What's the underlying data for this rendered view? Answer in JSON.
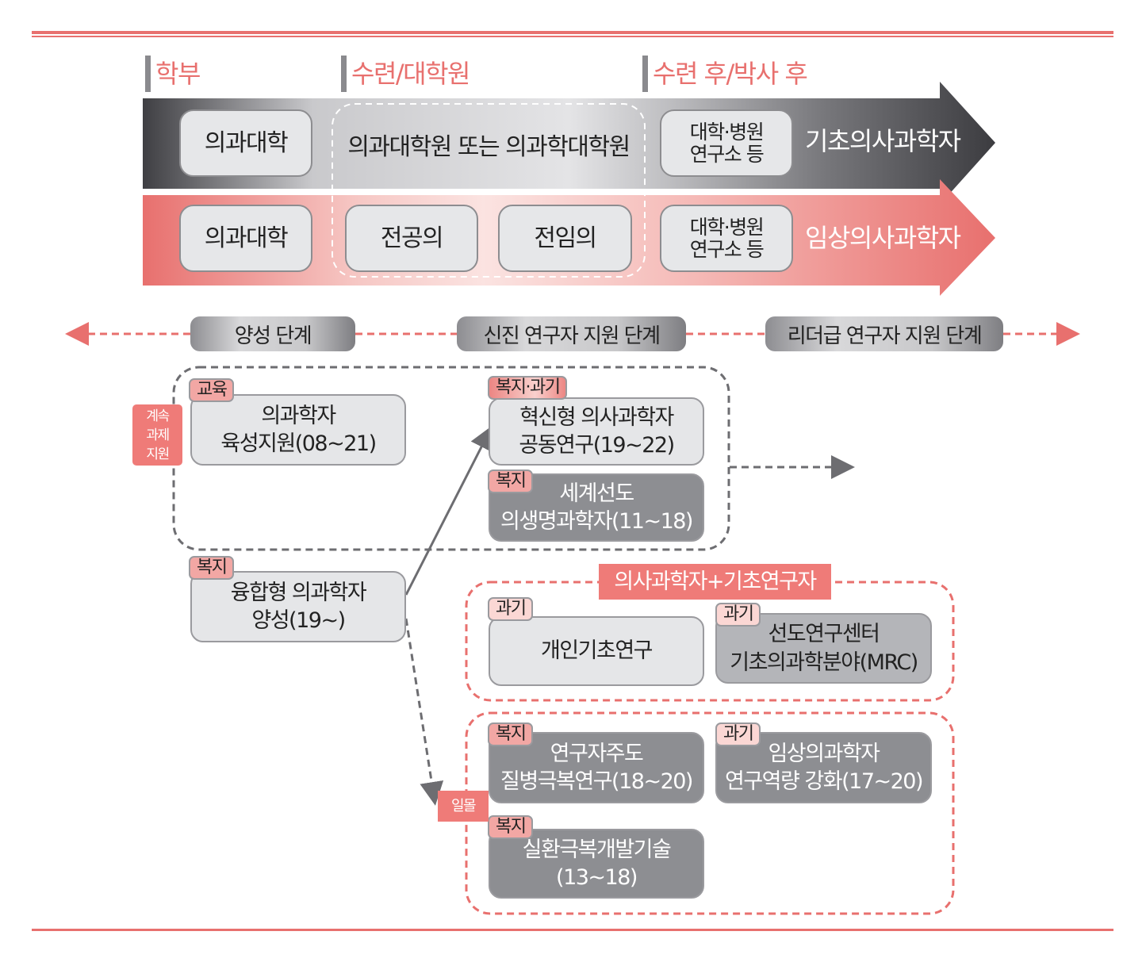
{
  "headers": [
    "학부",
    "수련/대학원",
    "수련 후/박사 후"
  ],
  "track_basic": {
    "box1": "의과대학",
    "graduate": "의과대학원 또는 의과학대학원",
    "box3_line1": "대학·병원",
    "box3_line2": "연구소 등",
    "label": "기초의사과학자"
  },
  "track_clinical": {
    "box1": "의과대학",
    "box2": "전공의",
    "box3": "전임의",
    "box4_line1": "대학·병원",
    "box4_line2": "연구소 등",
    "label": "임상의사과학자"
  },
  "stages": [
    "양성 단계",
    "신진 연구자 지원 단계",
    "리더급 연구자 지원 단계"
  ],
  "continuing_tag": [
    "계속",
    "과제",
    "지원"
  ],
  "programs": {
    "p1": {
      "tag": "교육",
      "line1": "의과학자",
      "line2": "육성지원(08~21)"
    },
    "p2": {
      "tag": "복지·과기",
      "line1": "혁신형 의사과학자",
      "line2": "공동연구(19~22)"
    },
    "p3": {
      "tag": "복지",
      "line1": "세계선도",
      "line2": "의생명과학자(11~18)"
    },
    "p4": {
      "tag": "복지",
      "line1": "융합형 의과학자",
      "line2": "양성(19~)"
    },
    "p5": {
      "tag": "과기",
      "line1": "개인기초연구"
    },
    "p6": {
      "tag": "과기",
      "line1": "선도연구센터",
      "line2": "기초의과학분야(MRC)"
    },
    "p7": {
      "tag": "복지",
      "line1": "연구자주도",
      "line2": "질병극복연구(18~20)"
    },
    "p8": {
      "tag": "과기",
      "line1": "임상의과학자",
      "line2": "연구역량 강화(17~20)"
    },
    "p9": {
      "tag": "복지",
      "line1": "실환극복개발기술",
      "line2": "(13~18)"
    }
  },
  "group_title": "의사과학자+기초연구자",
  "sunset_tag": "일몰",
  "colors": {
    "accent": "#e8706e",
    "dark": "#4a4a4e",
    "gray": "#8d8e92"
  }
}
